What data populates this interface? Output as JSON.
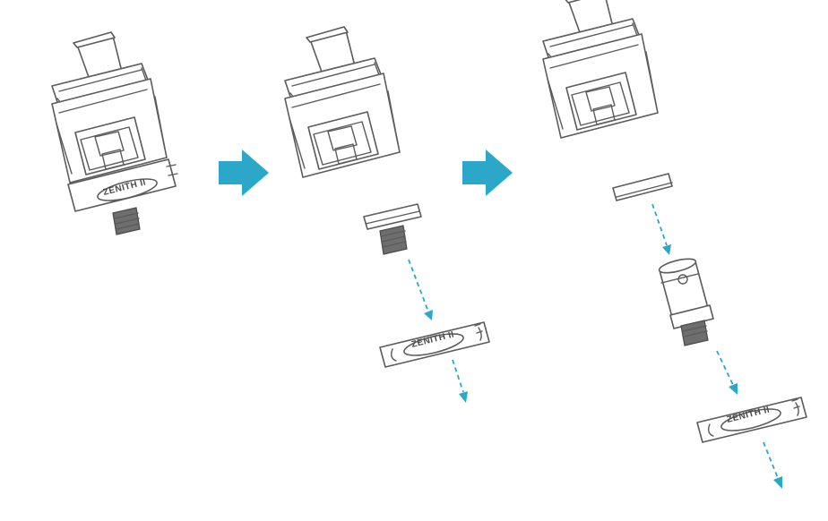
{
  "diagram": {
    "brand_label": "ZENITH II",
    "colors": {
      "arrow": "#2aa7c9",
      "line": "#5b5b5b",
      "background": "#ffffff"
    },
    "steps": [
      {
        "name": "assembled-tank"
      },
      {
        "name": "remove-label-ring"
      },
      {
        "name": "remove-coil"
      }
    ]
  }
}
